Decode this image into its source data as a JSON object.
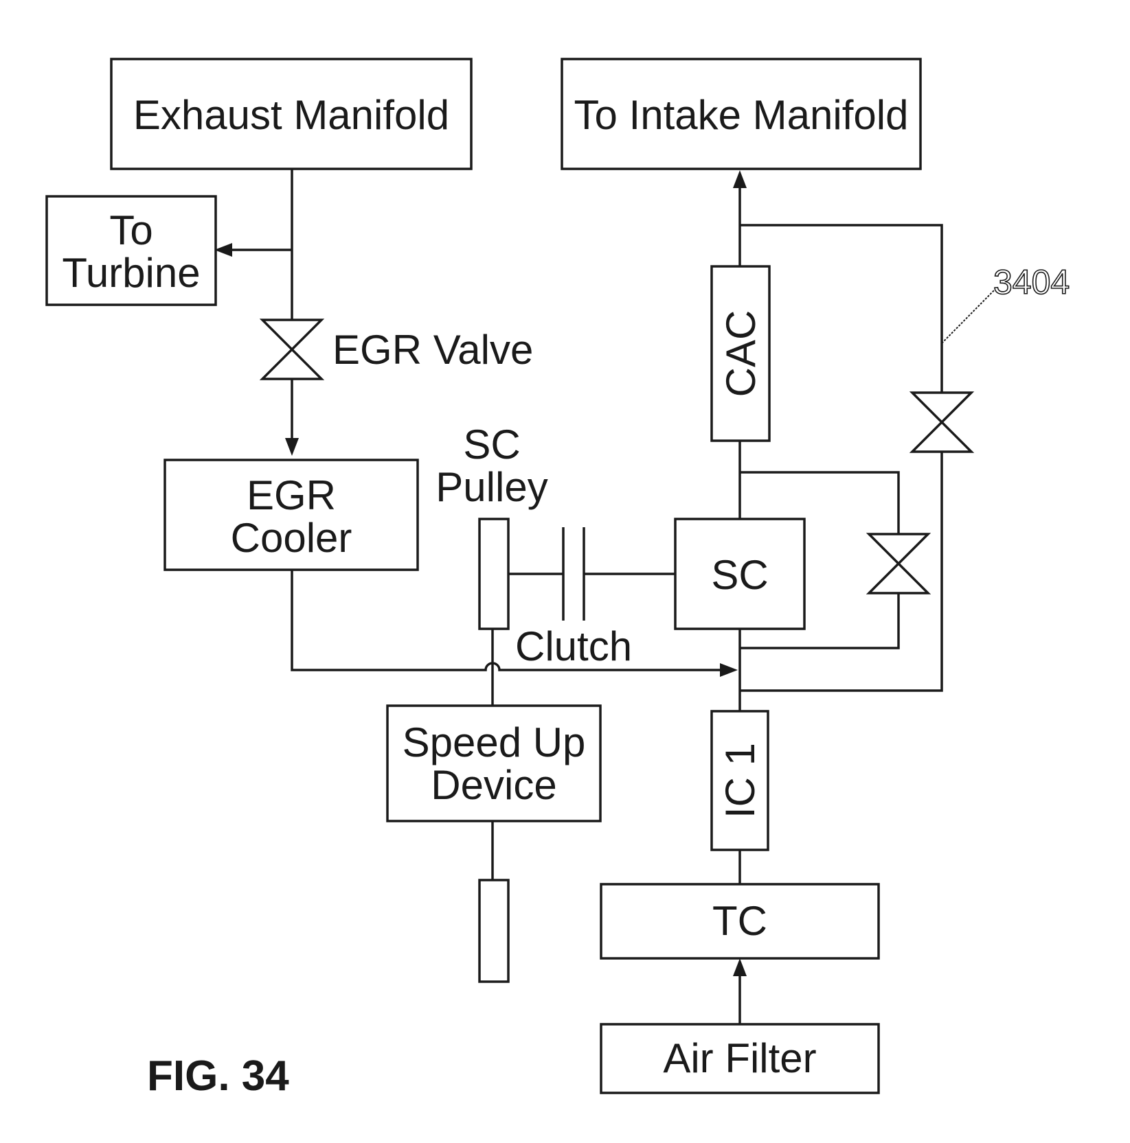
{
  "diagram": {
    "blocks": {
      "exhaust_manifold": "Exhaust Manifold",
      "to_turbine_line1": "To",
      "to_turbine_line2": "Turbine",
      "egr_cooler_line1": "EGR",
      "egr_cooler_line2": "Cooler",
      "intake_manifold": "To Intake Manifold",
      "cac": "CAC",
      "sc": "SC",
      "ic1": "IC 1",
      "speed_up_line1": "Speed Up",
      "speed_up_line2": "Device",
      "tc": "TC",
      "air_filter": "Air Filter"
    },
    "labels": {
      "egr_valve": "EGR Valve",
      "sc_pulley_line1": "SC",
      "sc_pulley_line2": "Pulley",
      "clutch": "Clutch",
      "reference_numeral": "3404"
    },
    "figure_label": "FIG. 34"
  }
}
